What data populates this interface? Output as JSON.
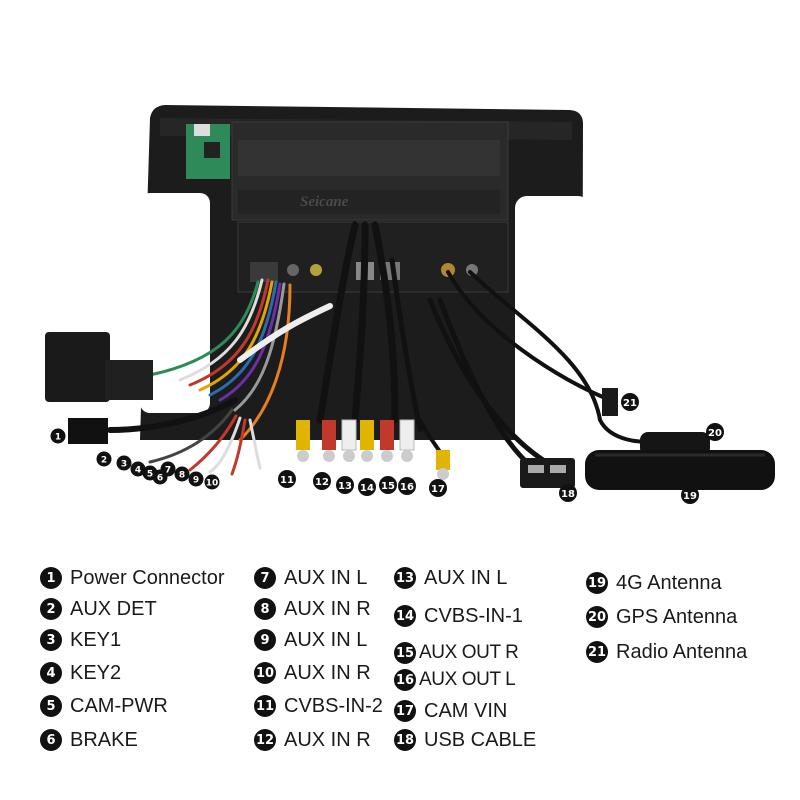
{
  "brand": "Seicane",
  "colors": {
    "callout_bg": "#111111",
    "callout_text": "#ffffff",
    "text": "#1a1a1a"
  },
  "legend": [
    {
      "num": "1",
      "text": "Power Connector"
    },
    {
      "num": "2",
      "text": "AUX DET"
    },
    {
      "num": "3",
      "text": "KEY1"
    },
    {
      "num": "4",
      "text": "KEY2"
    },
    {
      "num": "5",
      "text": "CAM-PWR"
    },
    {
      "num": "6",
      "text": "BRAKE"
    },
    {
      "num": "7",
      "text": "AUX IN L"
    },
    {
      "num": "8",
      "text": "AUX IN R"
    },
    {
      "num": "9",
      "text": "AUX IN L"
    },
    {
      "num": "10",
      "text": "AUX IN R"
    },
    {
      "num": "11",
      "text": "CVBS-IN-2"
    },
    {
      "num": "12",
      "text": "AUX IN R"
    },
    {
      "num": "13",
      "text": "AUX IN L"
    },
    {
      "num": "14",
      "text": "CVBS-IN-1"
    },
    {
      "num": "15",
      "text": "AUX OUT R"
    },
    {
      "num": "16",
      "text": "AUX OUT L"
    },
    {
      "num": "17",
      "text": "CAM VIN"
    },
    {
      "num": "18",
      "text": "USB CABLE"
    },
    {
      "num": "19",
      "text": "4G Antenna"
    },
    {
      "num": "20",
      "text": "GPS Antenna"
    },
    {
      "num": "21",
      "text": "Radio Antenna"
    }
  ]
}
